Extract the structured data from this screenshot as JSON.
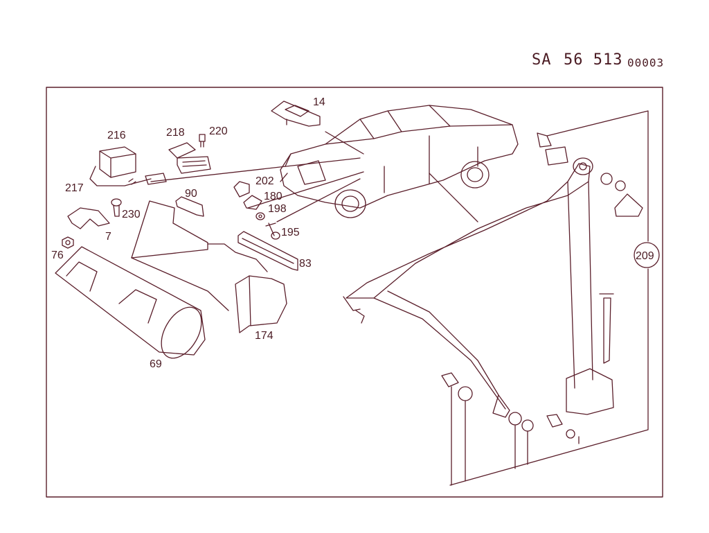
{
  "header": {
    "prefix": "SA",
    "number": "56 513",
    "suffix": "00003"
  },
  "colors": {
    "line": "#5a1e2a",
    "background": "#ffffff"
  },
  "callouts": [
    {
      "id": "14",
      "label": "14"
    },
    {
      "id": "216",
      "label": "216"
    },
    {
      "id": "218",
      "label": "218"
    },
    {
      "id": "220",
      "label": "220"
    },
    {
      "id": "217",
      "label": "217"
    },
    {
      "id": "90",
      "label": "90"
    },
    {
      "id": "202",
      "label": "202"
    },
    {
      "id": "180",
      "label": "180"
    },
    {
      "id": "198",
      "label": "198"
    },
    {
      "id": "195",
      "label": "195"
    },
    {
      "id": "230",
      "label": "230"
    },
    {
      "id": "7",
      "label": "7"
    },
    {
      "id": "76",
      "label": "76"
    },
    {
      "id": "83",
      "label": "83"
    },
    {
      "id": "174",
      "label": "174"
    },
    {
      "id": "69",
      "label": "69"
    },
    {
      "id": "209",
      "label": "209"
    }
  ]
}
